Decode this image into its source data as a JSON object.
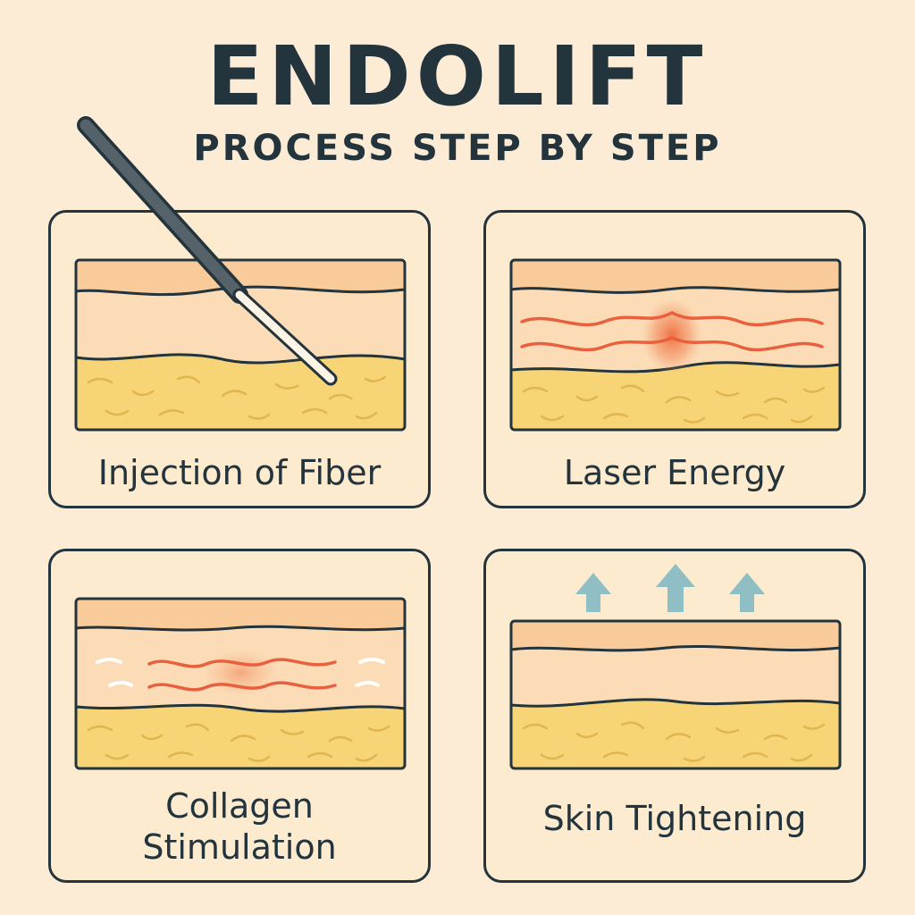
{
  "header": {
    "title": "ENDOLIFT",
    "subtitle": "PROCESS STEP BY STEP"
  },
  "steps": [
    {
      "label": "Injection of Fiber"
    },
    {
      "label": "Laser Energy"
    },
    {
      "label": "Collagen Stimulation"
    },
    {
      "label": "Skin Tightening"
    }
  ],
  "colors": {
    "background": "#fcecd6",
    "outline": "#23343d",
    "epidermis": "#f9cb9b",
    "dermis": "#fbdcb6",
    "fat": "#f7d576",
    "laser": "#e8603e",
    "arrow": "#8fbfc4"
  }
}
